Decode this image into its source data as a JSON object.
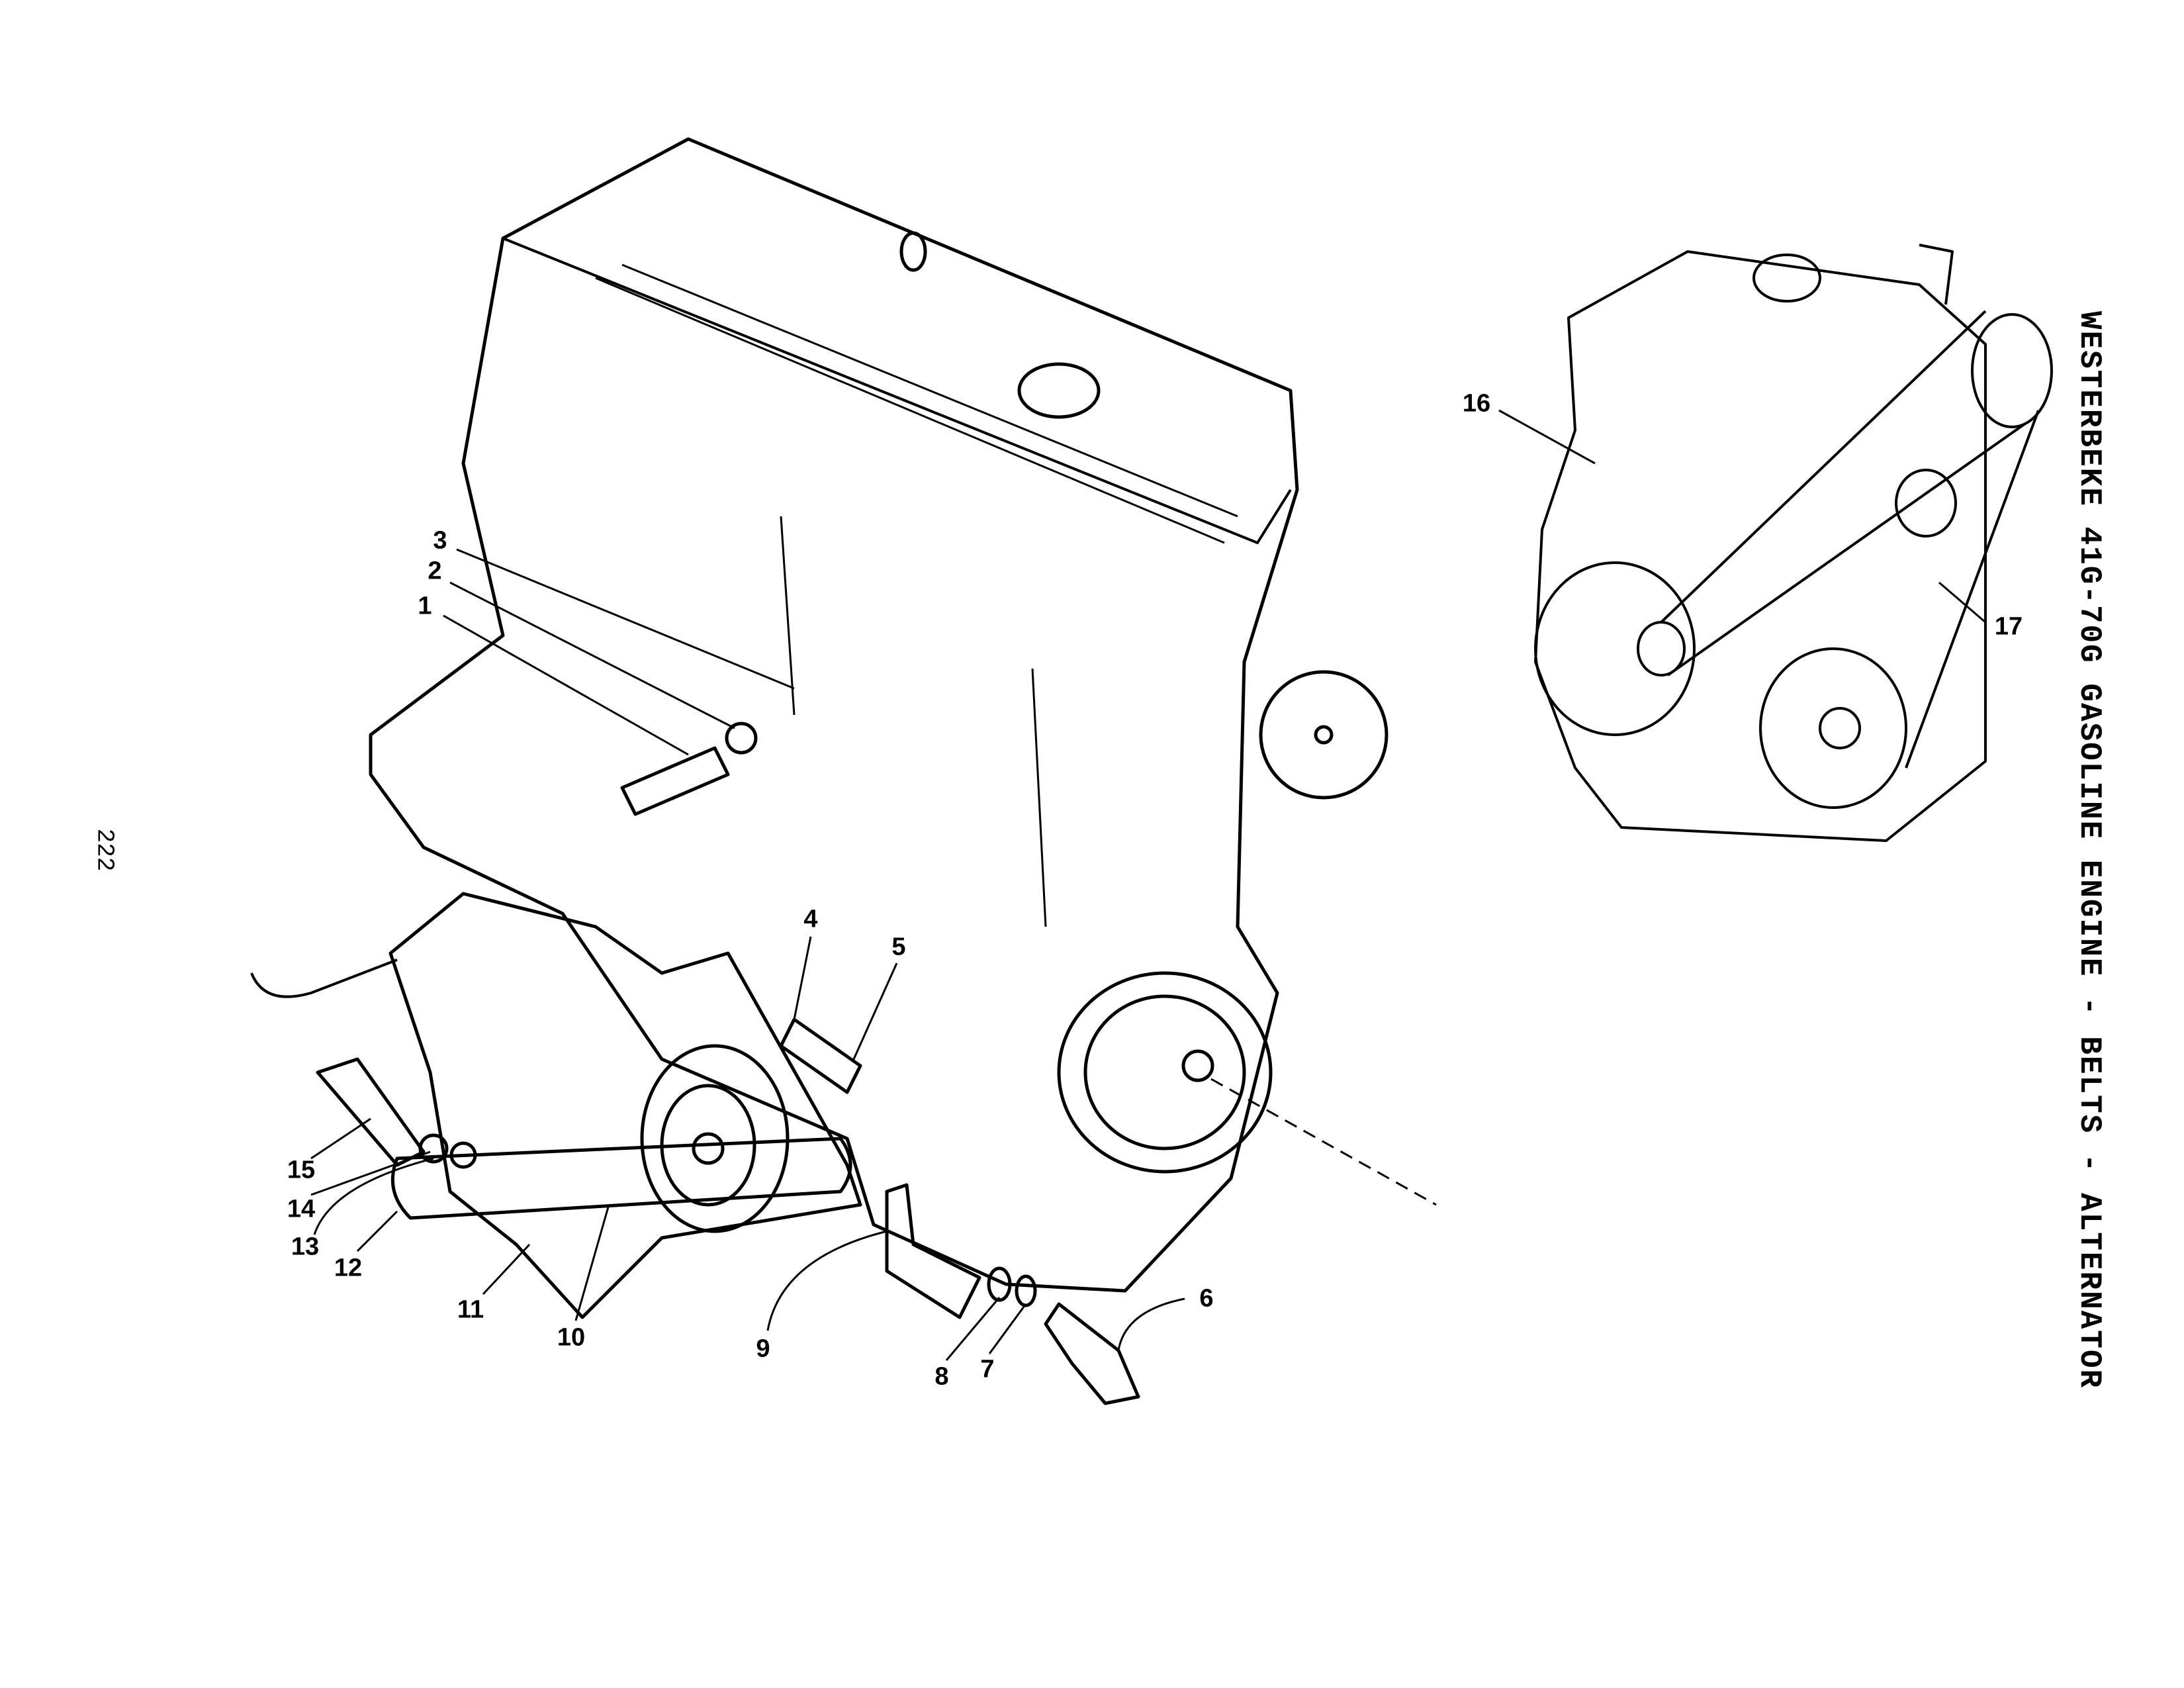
{
  "page": {
    "title": "WESTERBEKE 41G-70G GASOLINE ENGINE - BELTS - ALTERNATOR",
    "page_number": "222"
  },
  "callouts": [
    "1",
    "2",
    "3",
    "4",
    "5",
    "6",
    "7",
    "8",
    "9",
    "10",
    "11",
    "12",
    "13",
    "14",
    "15",
    "16",
    "17"
  ]
}
